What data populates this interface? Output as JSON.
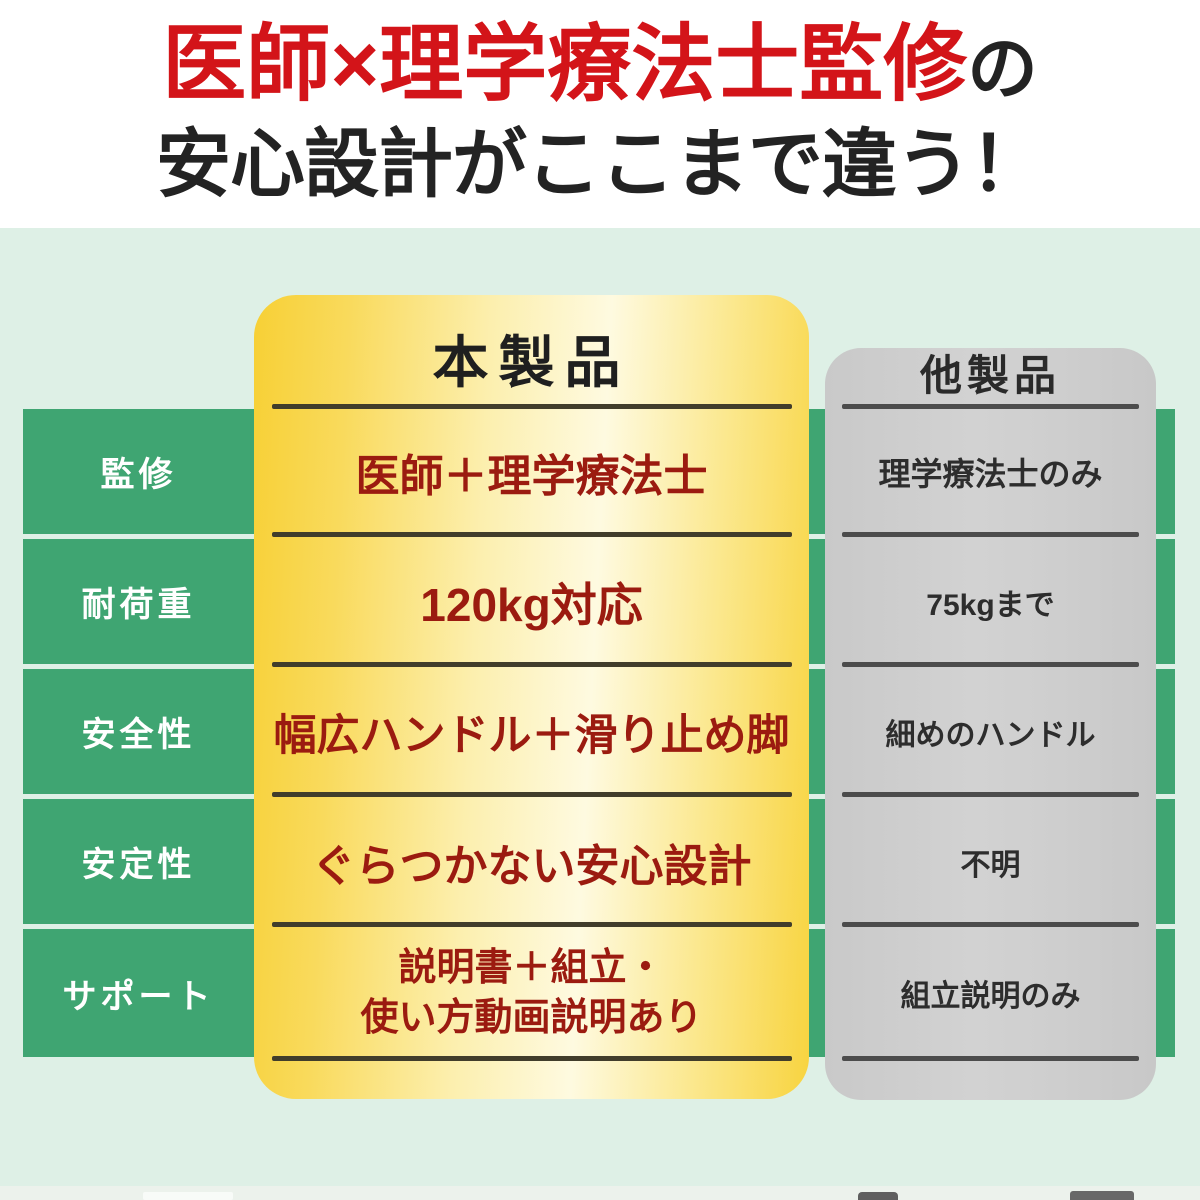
{
  "title": {
    "line1_red": "医師×理学療法士監修",
    "line1_suffix": "の",
    "line2": "安心設計がここまで違う！"
  },
  "comparison": {
    "our_column_header": "本製品",
    "other_column_header": "他製品",
    "rows": [
      {
        "label": "監修",
        "ours": "医師＋理学療法士",
        "others": "理学療法士のみ"
      },
      {
        "label": "耐荷重",
        "ours": "120kg対応",
        "others": "75kgまで"
      },
      {
        "label": "安全性",
        "ours": "幅広ハンドル＋滑り止め脚",
        "others": "細めのハンドル"
      },
      {
        "label": "安定性",
        "ours": "ぐらつかない安心設計",
        "others": "不明"
      },
      {
        "label": "サポート",
        "ours_line1": "説明書＋組立・",
        "ours_line2": "使い方動画説明あり",
        "others": "組立説明のみ"
      }
    ]
  },
  "chart_data": {
    "type": "table",
    "title": "医師×理学療法士監修の安心設計がここまで違う！",
    "columns": [
      "",
      "本製品",
      "他製品"
    ],
    "rows": [
      [
        "監修",
        "医師＋理学療法士",
        "理学療法士のみ"
      ],
      [
        "耐荷重",
        "120kg対応",
        "75kgまで"
      ],
      [
        "安全性",
        "幅広ハンドル＋滑り止め脚",
        "細めのハンドル"
      ],
      [
        "安定性",
        "ぐらつかない安心設計",
        "不明"
      ],
      [
        "サポート",
        "説明書＋組立・使い方動画説明あり",
        "組立説明のみ"
      ]
    ],
    "legend_position": "none",
    "grid": false
  },
  "colors": {
    "title_red": "#d31419",
    "title_black": "#232323",
    "mint_background": "#def0e6",
    "row_band_green": "#3fa572",
    "our_panel_gold_edge": "#f7d035",
    "our_panel_gold_center": "#fefae0",
    "other_panel_gray": "#cdcdcd",
    "our_value_red": "#9b1b10",
    "other_value_gray": "#2d2d2d",
    "divider_dark": "#413d2b"
  }
}
